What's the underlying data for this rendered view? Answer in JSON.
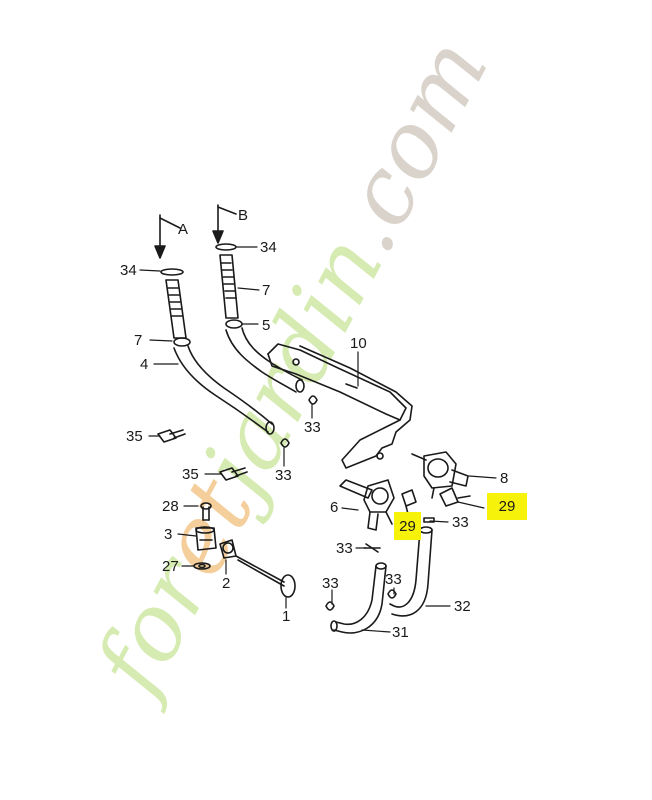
{
  "colors": {
    "line": "#1a1a1a",
    "highlight": "#f6f20a",
    "watermark_green": "#d6ebb2",
    "watermark_orange": "#f5cf9b",
    "watermark_grey": "#d9d3cb"
  },
  "watermark": {
    "part1": "for",
    "part2": "et",
    "part3": "jardin",
    "part4": ".com"
  },
  "arrows": {
    "a": "A",
    "b": "B"
  },
  "callouts": {
    "c34a": "34",
    "c34b": "34",
    "c7a": "7",
    "c7b": "7",
    "c5": "5",
    "c4": "4",
    "c10": "10",
    "c33a": "33",
    "c33b": "33",
    "c35a": "35",
    "c35b": "35",
    "c8": "8",
    "c29a": "29",
    "c29b": "29",
    "c6": "6",
    "c33c": "33",
    "c28": "28",
    "c3": "3",
    "c33d": "33",
    "c27": "27",
    "c2": "2",
    "c33e": "33",
    "c33f": "33",
    "c32": "32",
    "c1": "1",
    "c31": "31"
  }
}
